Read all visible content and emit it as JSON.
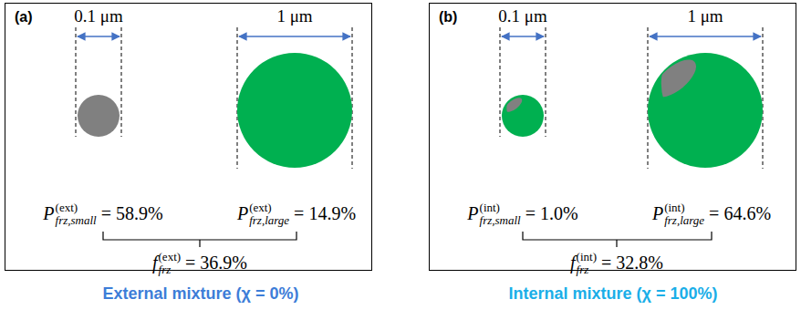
{
  "diagram": {
    "nodes": [
      {
        "text": [
          "(a)"
        ]
      },
      {
        "text": [
          "(b)"
        ]
      }
    ],
    "labels": [
      "0.1 μm",
      "1 μm",
      "P",
      "frz,small",
      "(ext)",
      "= 58.9%",
      "P",
      "frz,large",
      "(ext)",
      "= 14.9%",
      "f",
      "frz",
      "(ext)",
      "= 36.9%",
      "0.1 μm",
      "1 μm",
      "P",
      "frz,small",
      "(int)",
      "= 1.0%",
      "P",
      "frz,large",
      "(int)",
      "= 64.6%",
      "f",
      "frz",
      "(int)",
      "= 32.8%",
      "External mixture (χ = 0%)",
      "Internal mixture (χ = 100%)"
    ]
  }
}
